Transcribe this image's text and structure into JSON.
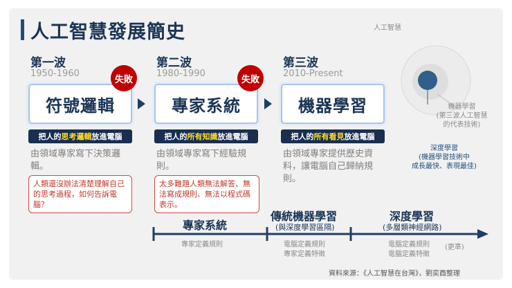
{
  "title": "人工智慧發展簡史",
  "eras": [
    {
      "wave": "第一波",
      "years": "1950-1960",
      "name": "符號邏輯",
      "fail_label": "失敗",
      "badge_pre": "把人的",
      "badge_hl": "思考邏輯",
      "badge_post": "放進電腦",
      "desc": "由領域專家寫下決策邏輯。",
      "note": "人類還沒辦法清楚理解自己的思考過程，如何告訴電腦？"
    },
    {
      "wave": "第二波",
      "years": "1980-1990",
      "name": "專家系統",
      "fail_label": "失敗",
      "badge_pre": "把人的",
      "badge_hl": "所有知識",
      "badge_post": "放進電腦",
      "desc": "由領域專家寫下經驗規則。",
      "note": "太多難題人類無法解答、無法寫成規則、無法以程式碼表示。"
    },
    {
      "wave": "第三波",
      "years": "2010-Present",
      "name": "機器學習",
      "badge_pre": "把人的",
      "badge_hl": "所有看見",
      "badge_post": "放進電腦",
      "desc": "由領域專家提供歷史資料，讓電腦自己歸納規則。"
    }
  ],
  "venn": {
    "outer_label": "人工智慧",
    "ml_label_1": "機器學習",
    "ml_label_2": "(第三波人工智慧",
    "ml_label_3": "的代表技術)",
    "dl_label_1": "深度學習",
    "dl_label_2": "(機器學習技術中",
    "dl_label_3": "成長最快、表現最佳)"
  },
  "timeline": {
    "seg1_label": "專家系統",
    "seg1_small": "專家定義規則",
    "seg2_label": "傳統機器學習",
    "seg2_sub": "(與深度學習區隔)",
    "seg2_small_1": "電腦定義規則",
    "seg2_small_2": "專家定義特徵",
    "seg3_label": "深度學習",
    "seg3_sub": "(多層類神經網路)",
    "seg3_small_1": "電腦定義規則",
    "seg3_small_2": "電腦定義特徵",
    "seg3_better": "(更準)"
  },
  "source": "資料來源：《人工智慧在台灣》，劉奕酉整理",
  "colors": {
    "navy": "#1a3556",
    "fail_red": "#c00000",
    "highlight_yellow": "#ffde2e",
    "box_border": "#a9c4e6"
  }
}
